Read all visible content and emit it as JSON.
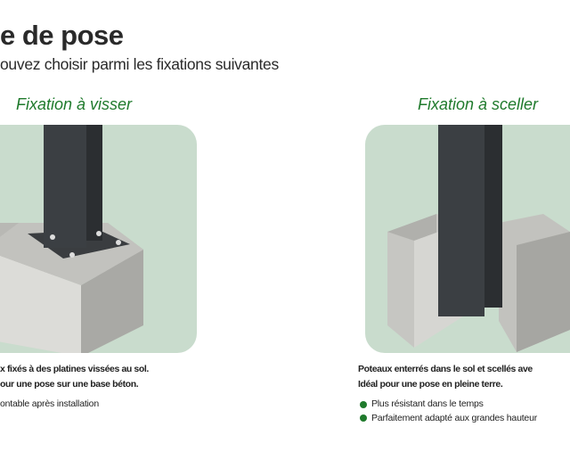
{
  "header": {
    "title": "e de pose",
    "subtitle": "ouvez choisir parmi les fixations suivantes"
  },
  "colors": {
    "accent": "#1f7a2c",
    "card_bg": "#c9dccd"
  },
  "options": [
    {
      "title": "Fixation à visser",
      "desc_line1": "x fixés à des platines vissées au sol.",
      "desc_line2": "our une pose sur une base béton.",
      "bullets": [
        "ontable après installation"
      ]
    },
    {
      "title": "Fixation à sceller",
      "desc_line1": "Poteaux enterrés dans le sol et scellés ave",
      "desc_line2": "Idéal pour une pose en pleine terre.",
      "bullets": [
        "Plus résistant dans le temps",
        "Parfaitement adapté aux grandes hauteur"
      ]
    }
  ]
}
